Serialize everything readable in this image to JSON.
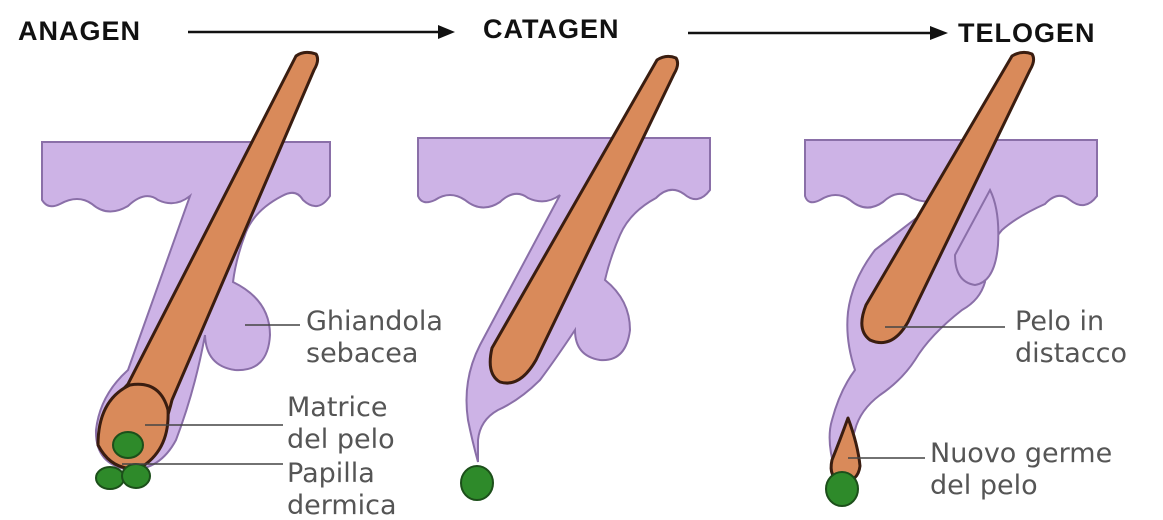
{
  "phases": {
    "anagen": "ANAGEN",
    "catagen": "CATAGEN",
    "telogen": "TELOGEN"
  },
  "labels": {
    "sebaceous_1": "Ghiandola",
    "sebaceous_2": "sebacea",
    "matrix_1": "Matrice",
    "matrix_2": "del pelo",
    "papilla_1": "Papilla",
    "papilla_2": "dermica",
    "detaching_1": "Pelo in",
    "detaching_2": "distacco",
    "germ_1": "Nuovo germe",
    "germ_2": "del pelo"
  },
  "colors": {
    "skin": "#cdb3e6",
    "hair": "#d98a5a",
    "papilla": "#2e8a2a"
  }
}
